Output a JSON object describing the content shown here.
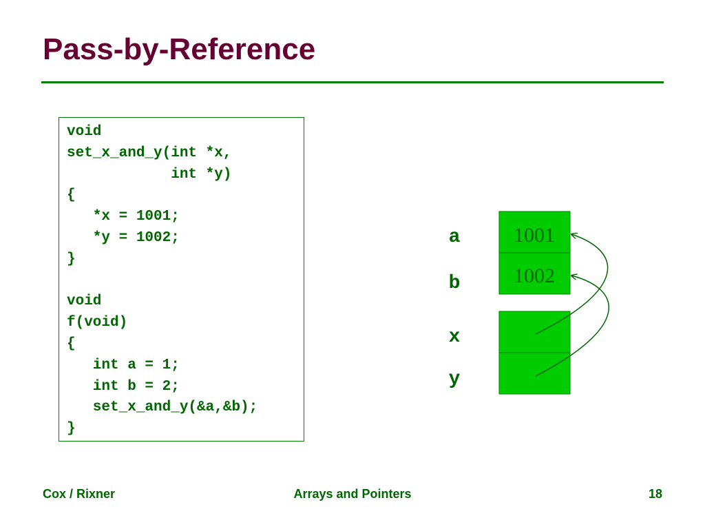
{
  "slide": {
    "title": "Pass-by-Reference"
  },
  "code": {
    "lines": [
      "void",
      "set_x_and_y(int *x,",
      "            int *y)",
      "{",
      "   *x = 1001;",
      "   *y = 1002;",
      "}",
      "",
      "void",
      "f(void)",
      "{",
      "   int a = 1;",
      "   int b = 2;",
      "   set_x_and_y(&a,&b);",
      "}"
    ]
  },
  "diagram": {
    "cells": [
      {
        "label": "a",
        "value": "1001"
      },
      {
        "label": "b",
        "value": "1002"
      },
      {
        "label": "x",
        "value": ""
      },
      {
        "label": "y",
        "value": ""
      }
    ],
    "cell_color": "#00cc00",
    "arrows": [
      {
        "from": "x",
        "to": "a"
      },
      {
        "from": "y",
        "to": "b"
      }
    ]
  },
  "footer": {
    "left": "Cox / Rixner",
    "center": "Arrays and Pointers",
    "page": "18"
  },
  "colors": {
    "title": "#660033",
    "text": "#006600",
    "rule": "#008000"
  }
}
